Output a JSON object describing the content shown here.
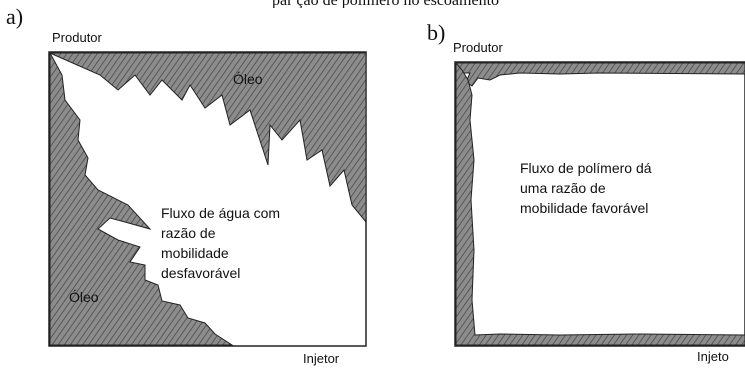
{
  "title_partial": "par ção de polímero no escoamento",
  "panels": [
    {
      "letter": "a)",
      "producer_label": "Produtor",
      "injector_label": "Injetor",
      "oil_label_top": "Óleo",
      "oil_label_bottom": "Óleo",
      "water_text_lines": [
        "Fluxo de água com",
        "razão de",
        "mobilidade",
        "desfavorável"
      ]
    },
    {
      "letter": "b)",
      "producer_label": "Produtor",
      "injector_label": "Injeto",
      "polymer_text_lines": [
        "Fluxo de polímero dá",
        "uma razão de",
        "mobilidade favorável"
      ]
    }
  ],
  "colors": {
    "hatch_fill": "#8c8c8c",
    "hatch_line": "#4a4a4a",
    "outline": "#222222"
  }
}
